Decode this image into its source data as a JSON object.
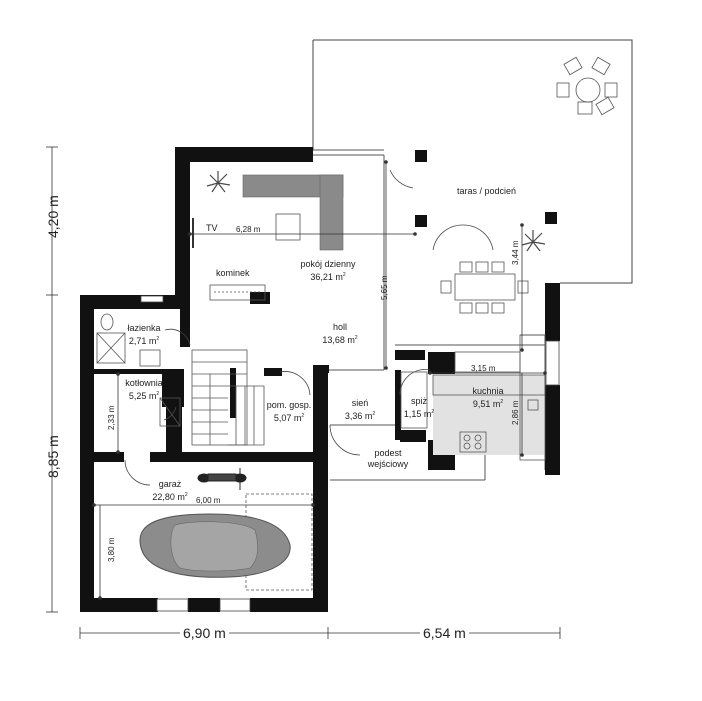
{
  "rooms": {
    "pokoj_dzienny": {
      "name": "pokój dzienny",
      "area": "36,21 m"
    },
    "holl": {
      "name": "holl",
      "area": "13,68 m"
    },
    "lazienka": {
      "name": "łazienka",
      "area": "2,71 m"
    },
    "kotlownia": {
      "name": "kotłownia",
      "area": "5,25 m"
    },
    "pom_gosp": {
      "name": "pom. gosp.",
      "area": "5,07 m"
    },
    "sien": {
      "name": "sień",
      "area": "3,36 m"
    },
    "spiz": {
      "name": "spiż",
      "area": "1,15 m"
    },
    "kuchnia": {
      "name": "kuchnia",
      "area": "9,51 m"
    },
    "garaz": {
      "name": "garaż",
      "area": "22,80 m"
    }
  },
  "labels": {
    "tv": "TV",
    "kominek": "kominek",
    "taras": "taras / podcień",
    "podest_line1": "podest",
    "podest_line2": "wejściowy"
  },
  "dimensions": {
    "d628": "6,28 m",
    "d565": "5,65 m",
    "d344": "3,44 m",
    "d315": "3,15 m",
    "d286": "2,86 m",
    "d233": "2,33 m",
    "d600": "6,00 m",
    "d380": "3,80 m",
    "left_top": "4,20 m",
    "left_bottom": "8,85 m",
    "bottom_left": "6,90 m",
    "bottom_right": "6,54 m"
  },
  "colors": {
    "wall": "#111111",
    "sofa": "#8a8a8a",
    "car": "#8c8c8c",
    "kitchen_floor": "#e2e2e2",
    "plant": "#4a4a4a"
  }
}
